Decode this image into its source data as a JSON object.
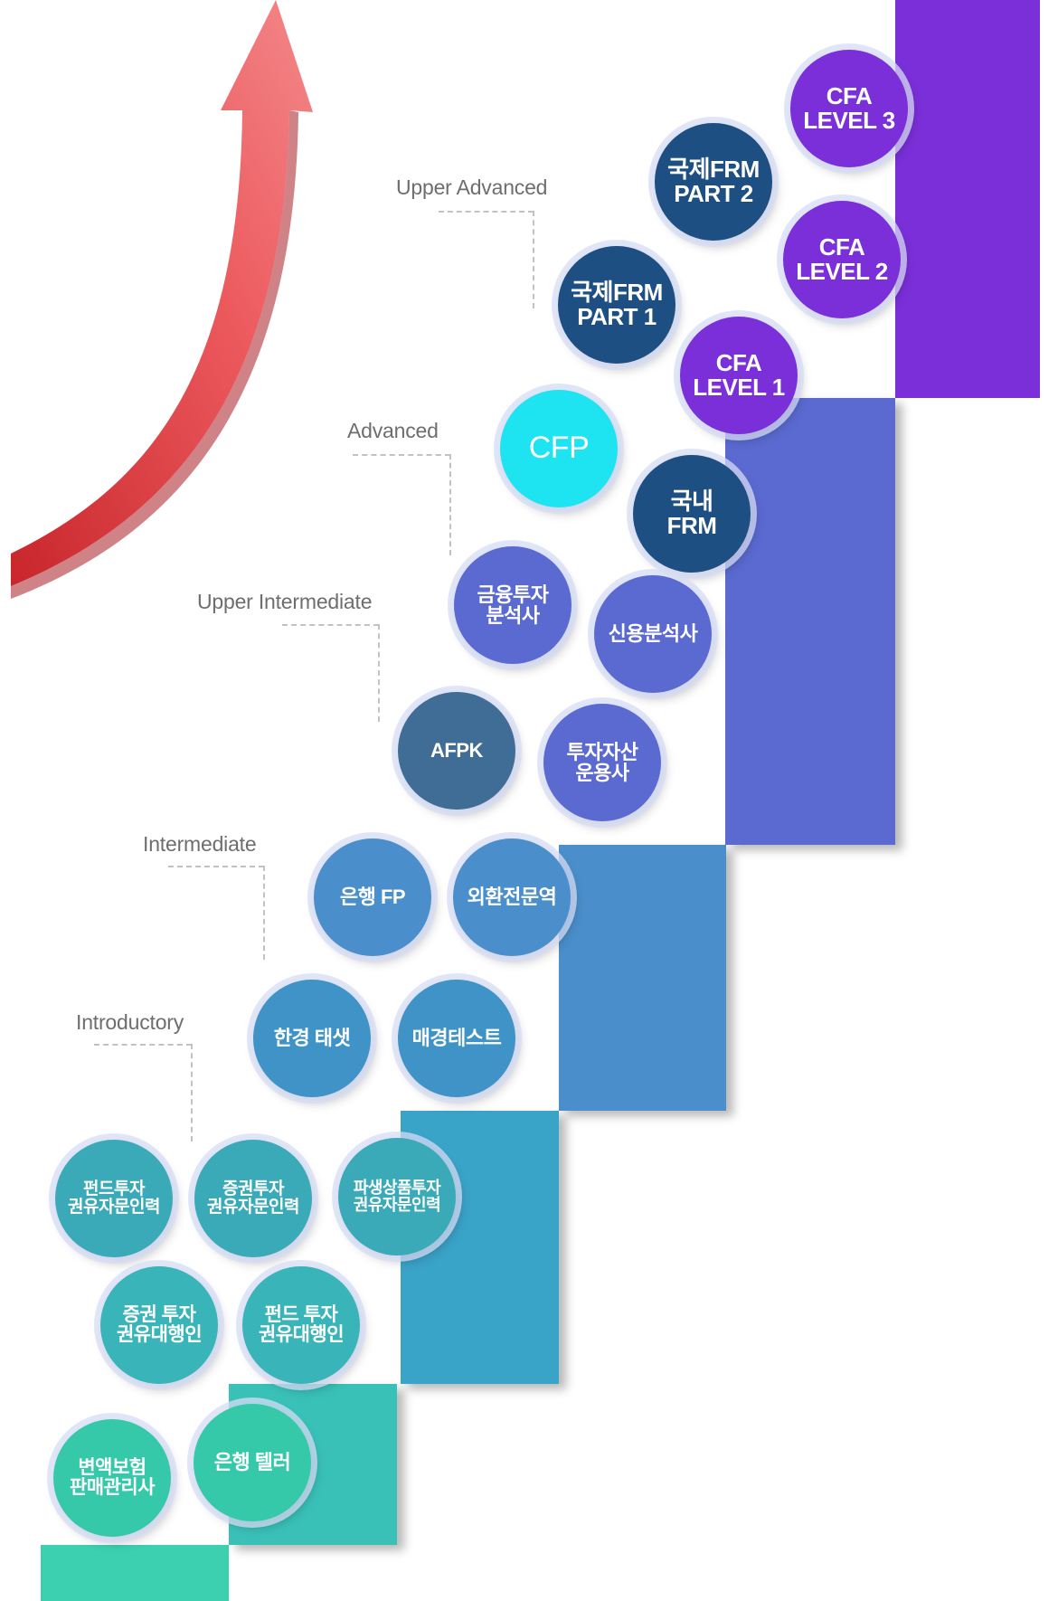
{
  "levels": {
    "upper_advanced": "Upper Advanced",
    "advanced": "Advanced",
    "upper_intermediate": "Upper Intermediate",
    "intermediate": "Intermediate",
    "introductory": "Introductory"
  },
  "colors": {
    "arrow_red": "#e84a4f",
    "step_teal_light": "#3ccfb0",
    "step_teal": "#37b8bc",
    "step_teal_blue": "#3aa0c8",
    "step_blue": "#4a8fcb",
    "step_indigo": "#5b6ad1",
    "step_purple": "#7a2fd8"
  },
  "certifications": {
    "cfa3": "CFA\nLEVEL 3",
    "frm2": "국제FRM\nPART 2",
    "cfa2": "CFA\nLEVEL 2",
    "frm1": "국제FRM\nPART 1",
    "cfa1": "CFA\nLEVEL 1",
    "cfp": "CFP",
    "dfrm": "국내\nFRM",
    "fia": "금융투자\n분석사",
    "credit": "신용분석사",
    "afpk": "AFPK",
    "asset": "투자자산\n운용사",
    "bankfp": "은행 FP",
    "fx": "외환전문역",
    "hk": "한경 태샛",
    "mk": "매경테스트",
    "fund_adv": "펀드투자\n권유자문인력",
    "sec_adv": "증권투자\n권유자문인력",
    "deriv_adv": "파생상품투자\n권유자문인력",
    "sec_agent": "증권 투자\n권유대행인",
    "fund_agent": "펀드 투자\n권유대행인",
    "variable_ins": "변액보험\n판매관리사",
    "teller": "은행 텔러"
  }
}
